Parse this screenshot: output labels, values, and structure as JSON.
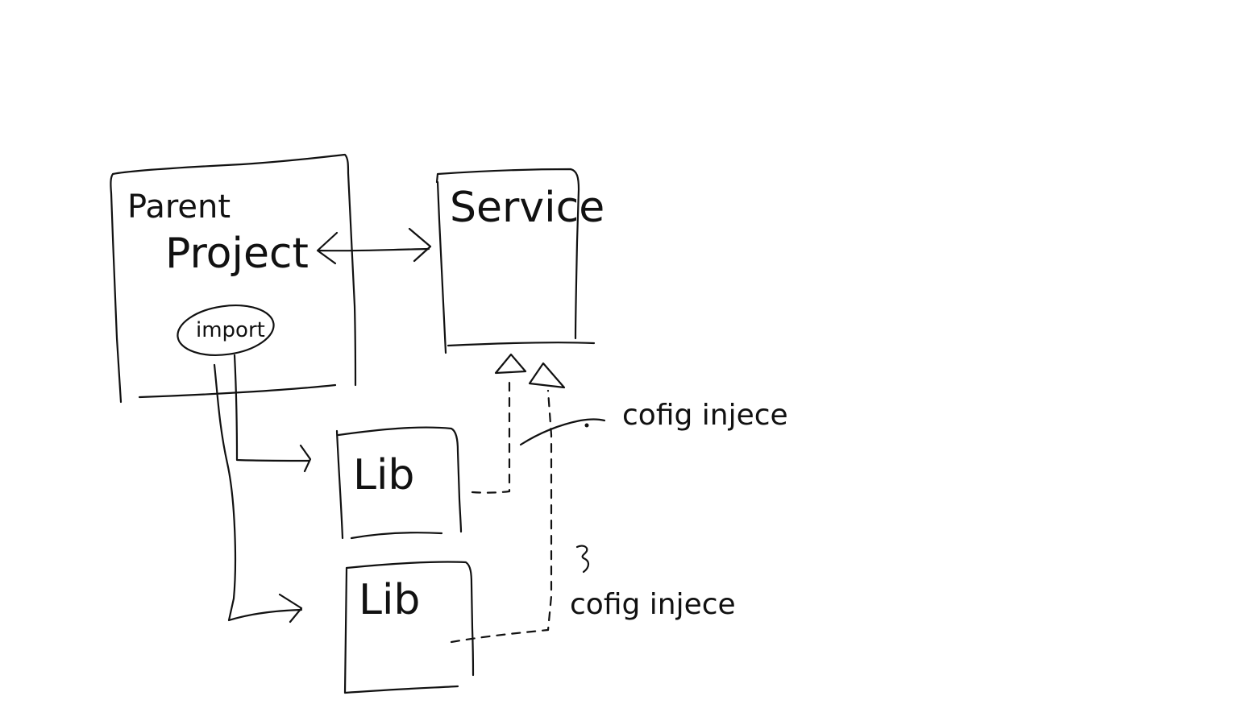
{
  "diagram": {
    "nodes": {
      "parent": {
        "line1": "Parent",
        "line2": "Project"
      },
      "import_badge": {
        "label": "import"
      },
      "service": {
        "label": "Service"
      },
      "lib_1": {
        "label": "Lib"
      },
      "lib_2": {
        "label": "Lib"
      }
    },
    "annotations": {
      "config_inject_1": "cofig injece",
      "config_inject_2": "cofig injece"
    },
    "edges": [
      {
        "from": "parent",
        "to": "service",
        "style": "solid",
        "arrow": "both"
      },
      {
        "from": "import_badge",
        "to": "lib_1",
        "style": "solid",
        "arrow": "open"
      },
      {
        "from": "import_badge",
        "to": "lib_2",
        "style": "solid",
        "arrow": "open"
      },
      {
        "from": "lib_1",
        "to": "service",
        "style": "dashed",
        "arrow": "triangle",
        "label": "cofig injece"
      },
      {
        "from": "lib_2",
        "to": "service",
        "style": "dashed",
        "arrow": "triangle",
        "label": "cofig injece"
      }
    ],
    "colors": {
      "ink": "#111111",
      "background": "#ffffff"
    }
  }
}
